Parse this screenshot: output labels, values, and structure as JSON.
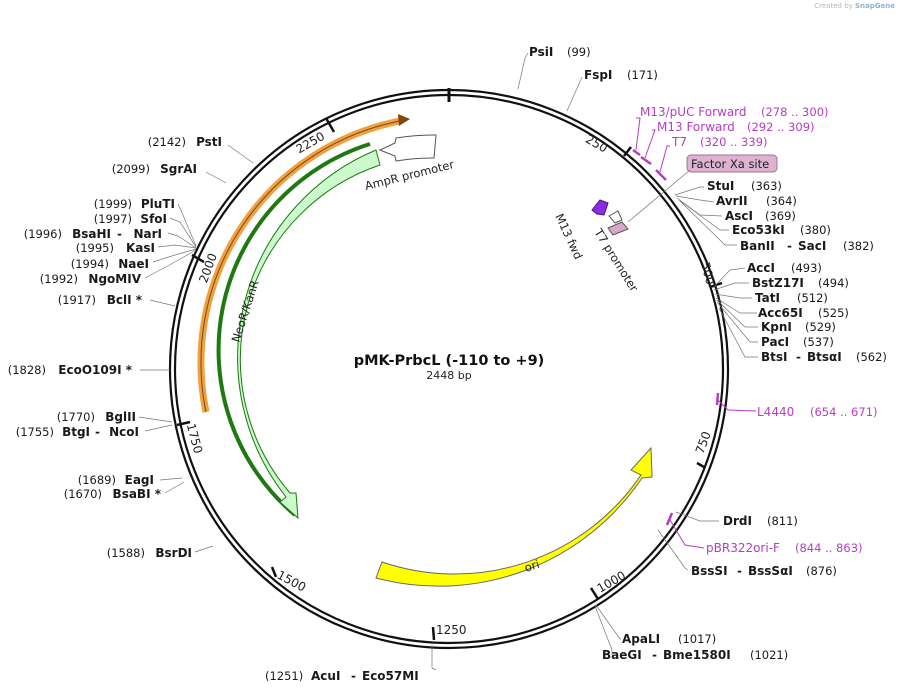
{
  "credit": {
    "prefix": "Created by",
    "brand": "SnapGene"
  },
  "plasmid": {
    "name": "pMK-PrbcL (-110 to +9)",
    "size_label": "2448 bp"
  },
  "ticks": [
    "250",
    "500",
    "750",
    "1000",
    "1250",
    "1500",
    "1750",
    "2000",
    "2250"
  ],
  "features": {
    "ampr_promoter": "AmpR promoter",
    "neo_kan": "NeoR/KanR",
    "ori": "ori",
    "m13_fwd": "M13 fwd",
    "t7_promoter": "T7 promoter",
    "factor_xa": "Factor Xa site"
  },
  "sites_right": [
    {
      "name": "PsiI",
      "pos": "(99)"
    },
    {
      "name": "FspI",
      "pos": "(171)"
    },
    {
      "name": "StuI",
      "pos": "(363)"
    },
    {
      "name": "AvrII",
      "pos": "(364)"
    },
    {
      "name": "AscI",
      "pos": "(369)"
    },
    {
      "name": "Eco53kI",
      "pos": "(380)"
    },
    {
      "name": "BanII",
      "sep": "-",
      "name2": "SacI",
      "pos": "(382)"
    },
    {
      "name": "AccI",
      "pos": "(493)"
    },
    {
      "name": "BstZ17I",
      "pos": "(494)"
    },
    {
      "name": "TatI",
      "pos": "(512)"
    },
    {
      "name": "Acc65I",
      "pos": "(525)"
    },
    {
      "name": "KpnI",
      "pos": "(529)"
    },
    {
      "name": "PacI",
      "pos": "(537)"
    },
    {
      "name": "BtsI",
      "sep": "-",
      "name2": "BtsαI",
      "pos": "(562)"
    },
    {
      "name": "DrdI",
      "pos": "(811)"
    },
    {
      "name": "BssSI",
      "sep": "-",
      "name2": "BssSαI",
      "pos": "(876)"
    },
    {
      "name": "ApaLI",
      "pos": "(1017)"
    },
    {
      "name": "BaeGI",
      "sep": "-",
      "name2": "Bme1580I",
      "pos": "(1021)"
    },
    {
      "name": "AcuI",
      "sep": "-",
      "name2": "Eco57MI",
      "pos": "(1251)"
    }
  ],
  "sites_left": [
    {
      "name": "PstI",
      "pos": "(2142)"
    },
    {
      "name": "SgrAI",
      "pos": "(2099)"
    },
    {
      "name": "PluTI",
      "pos": "(1999)"
    },
    {
      "name": "SfoI",
      "pos": "(1997)"
    },
    {
      "name": "BsaHI",
      "sep": "-",
      "name2": "NarI",
      "pos": "(1996)"
    },
    {
      "name": "KasI",
      "pos": "(1995)"
    },
    {
      "name": "NaeI",
      "pos": "(1994)"
    },
    {
      "name": "NgoMIV",
      "pos": "(1992)"
    },
    {
      "name": "BclI *",
      "pos": "(1917)"
    },
    {
      "name": "EcoO109I *",
      "pos": "(1828)"
    },
    {
      "name": "BglII",
      "pos": "(1770)"
    },
    {
      "name": "BtgI",
      "sep": "-",
      "name2": "NcoI",
      "pos": "(1755)"
    },
    {
      "name": "EagI",
      "pos": "(1689)"
    },
    {
      "name": "BsaBI *",
      "pos": "(1670)"
    },
    {
      "name": "BsrDI",
      "pos": "(1588)"
    }
  ],
  "primers": [
    {
      "name": "M13/pUC Forward",
      "pos": "(278 .. 300)"
    },
    {
      "name": "M13 Forward",
      "pos": "(292 .. 309)"
    },
    {
      "name": "T7",
      "pos": "(320 .. 339)"
    },
    {
      "name": "L4440",
      "pos": "(654 .. 671)"
    },
    {
      "name": "pBR322ori-F",
      "pos": "(844 .. 863)"
    }
  ],
  "colors": {
    "primer": "#b43ec0",
    "neo_fill": "#ccfacc",
    "ori_fill": "#ffff00",
    "ampr_fill": "#ffffff",
    "orange": "#f0a040",
    "green": "#1e7a10"
  }
}
